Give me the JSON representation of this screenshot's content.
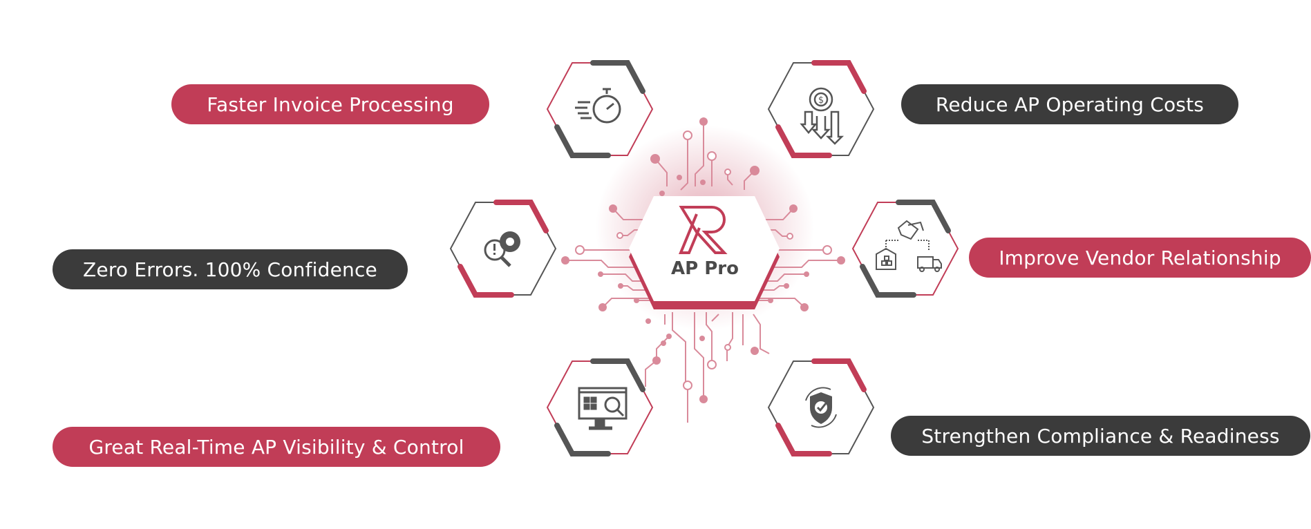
{
  "colors": {
    "red": "#c13d57",
    "dark": "#3b3b3b",
    "circuit": "#d98a9a",
    "icon": "#555555"
  },
  "center": {
    "brand_name": "AP Pro",
    "logo_icon": "ap-monogram-logo"
  },
  "benefits": [
    {
      "label": "Faster Invoice Processing",
      "style": "red",
      "icon": "stopwatch-icon"
    },
    {
      "label": "Reduce AP Operating Costs",
      "style": "dark",
      "icon": "gear-dollar-down-arrows-icon"
    },
    {
      "label": "Zero Errors. 100% Confidence",
      "style": "dark",
      "icon": "magnifier-alert-gear-icon"
    },
    {
      "label": "Improve Vendor Relationship",
      "style": "red",
      "icon": "handshake-warehouse-truck-icon"
    },
    {
      "label": "Great Real-Time AP Visibility & Control",
      "style": "red",
      "icon": "monitor-inventory-search-icon"
    },
    {
      "label": "Strengthen Compliance &  Readiness",
      "style": "dark",
      "icon": "shield-check-cycle-icon"
    }
  ]
}
